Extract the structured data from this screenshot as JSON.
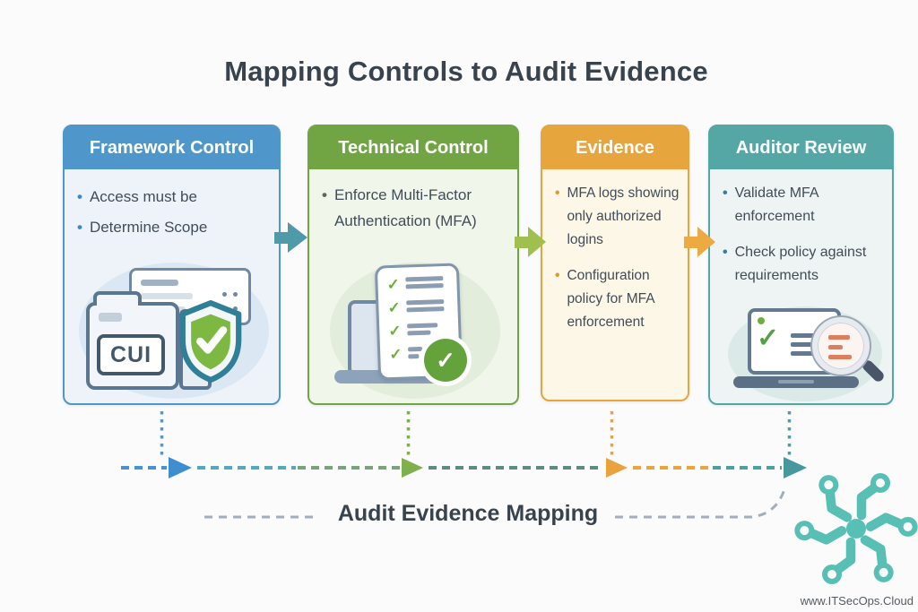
{
  "title": "Mapping Controls to Audit Evidence",
  "cards": [
    {
      "title": "Framework Control",
      "items": [
        "Access must be",
        "Determine Scope"
      ],
      "accent": "#4f96cb",
      "body_bg": "#eef3f9",
      "icon": "cui-folder-shield-icon",
      "icon_label": "CUI"
    },
    {
      "title": "Technical Control",
      "items": [
        "Enforce Multi-Factor Authentication (MFA)"
      ],
      "accent": "#71a544",
      "body_bg": "#f1f6eb",
      "icon": "checklist-laptop-icon"
    },
    {
      "title": "Evidence",
      "items": [
        "MFA logs showing only authorized logins",
        "Configuration policy for MFA enforcement"
      ],
      "accent": "#e6a53d",
      "body_bg": "#fdf7e7",
      "icon": null
    },
    {
      "title": "Auditor Review",
      "items": [
        "Validate MFA enforcement",
        "Check policy against requirements"
      ],
      "accent": "#54a7a5",
      "body_bg": "#eef4f4",
      "icon": "laptop-magnifier-icon"
    }
  ],
  "flow": {
    "label": "Audit Evidence Mapping",
    "between_card_arrow_colors": [
      "#4e9aa8",
      "#9fbf4e",
      "#edaa43"
    ],
    "dashed_line_arrow_colors": [
      "#3f8ed2",
      "#7fb04c",
      "#eaa33c",
      "#47979e"
    ],
    "drop_line_colors": [
      "#4f9bd5",
      "#7fae4e",
      "#e8a53f",
      "#4aa1a1"
    ]
  },
  "icons": {
    "logo": "circuit-spiral-logo",
    "check": "checkmark-icon",
    "shield": "shield-check-icon",
    "magnifier": "magnifier-icon"
  },
  "colors": {
    "title_text": "#39434d",
    "body_text": "#414c57",
    "logo_teal": "#58bfb4",
    "background": "#fbfbfc"
  },
  "footer": {
    "website": "www.ITSecOps.Cloud"
  }
}
